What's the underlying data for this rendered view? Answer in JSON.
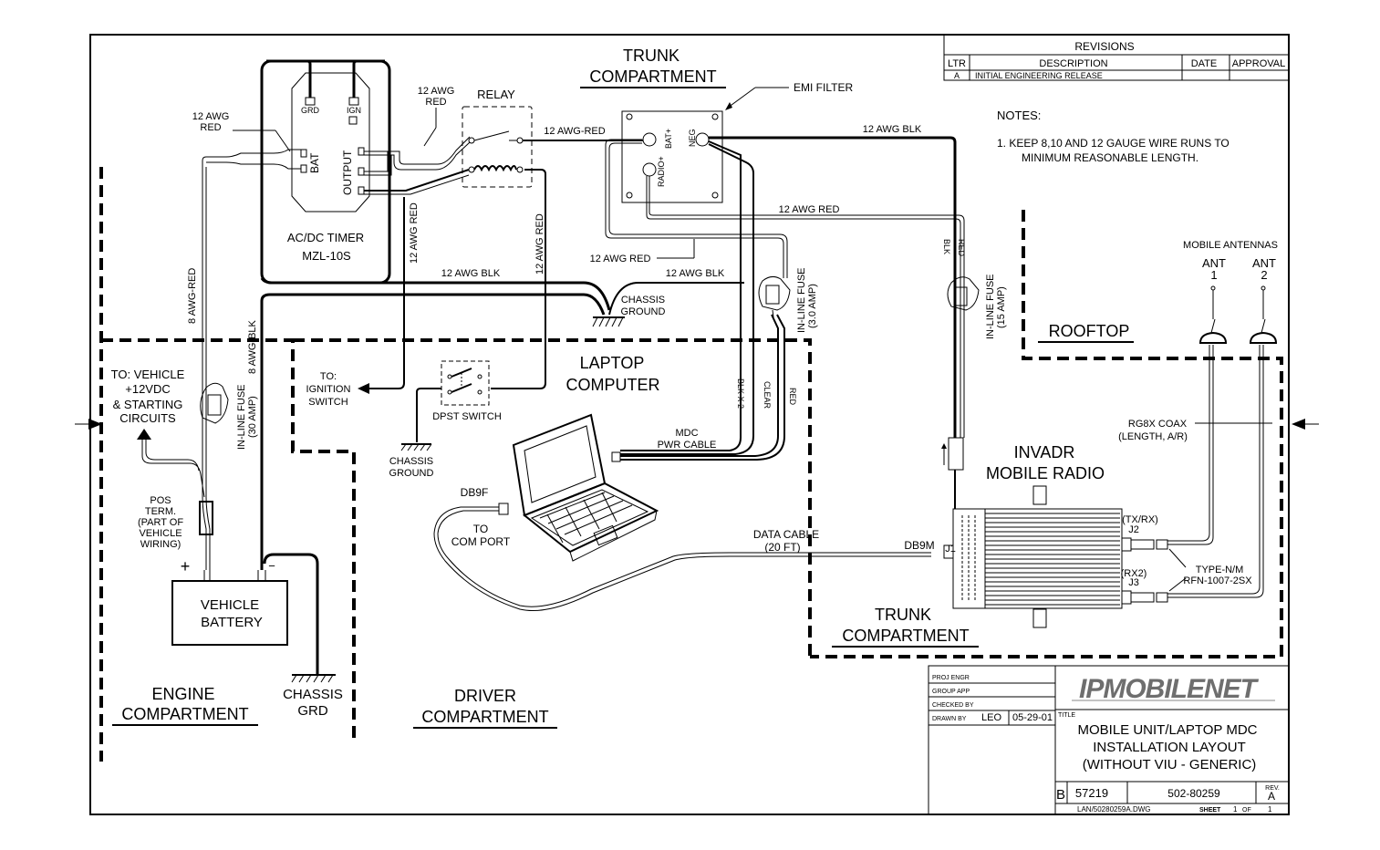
{
  "revisions": {
    "header": "REVISIONS",
    "columns": [
      "LTR",
      "DESCRIPTION",
      "DATE",
      "APPROVAL"
    ],
    "rows": [
      {
        "ltr": "A",
        "description": "INITIAL ENGINEERING RELEASE",
        "date": "",
        "approval": ""
      }
    ]
  },
  "compartments": {
    "trunk_top_1": "TRUNK",
    "trunk_top_2": "COMPARTMENT",
    "trunk_bottom_1": "TRUNK",
    "trunk_bottom_2": "COMPARTMENT",
    "rooftop": "ROOFTOP",
    "engine_1": "ENGINE",
    "engine_2": "COMPARTMENT",
    "driver_1": "DRIVER",
    "driver_2": "COMPARTMENT"
  },
  "components": {
    "emi_filter": "EMI FILTER",
    "relay": "RELAY",
    "timer_1": "AC/DC TIMER",
    "timer_2": "MZL-10S",
    "timer_grd": "GRD",
    "timer_ign": "IGN",
    "timer_bat": "BAT",
    "timer_output": "OUTPUT",
    "emi_bat": "BAT+",
    "emi_neg": "NEG",
    "emi_radio": "RADIO+",
    "laptop_1": "LAPTOP",
    "laptop_2": "COMPUTER",
    "radio_1": "INVADR",
    "radio_2": "MOBILE RADIO",
    "battery_1": "VEHICLE",
    "battery_2": "BATTERY",
    "dpst": "DPST SWITCH",
    "mobile_antennas": "MOBILE ANTENNAS",
    "ant1_1": "ANT",
    "ant1_2": "1",
    "ant2_1": "ANT",
    "ant2_2": "2"
  },
  "wire_labels": {
    "awg12_red_a1": "12 AWG",
    "awg12_red_a2": "RED",
    "awg12_red_b1": "12 AWG",
    "awg12_red_b2": "RED",
    "relay_to_emi": "12 AWG-RED",
    "emi_blk": "12 AWG BLK",
    "emi_red": "12 AWG RED",
    "red_down_1": "12 AWG RED",
    "red_down_2": "12 AWG RED",
    "blk_a": "12 AWG BLK",
    "blk_b": "12 AWG BLK",
    "red_mid": "12 AWG RED",
    "awg8_red": "8 AWG-RED",
    "awg8_blk": "8 AWG-BLK",
    "blk": "BLK",
    "red": "RED",
    "blk_x2": "BLK X 2",
    "clear": "CLEAR",
    "red2": "RED",
    "rg8x_1": "RG8X COAX",
    "rg8x_2": "(LENGTH, A/R)",
    "type_n_1": "TYPE-N/M",
    "type_n_2": "RFN-1007-2SX",
    "data_cable_1": "DATA CABLE",
    "data_cable_2": "(20 FT)",
    "mdc_1": "MDC",
    "mdc_2": "PWR CABLE"
  },
  "fuses": {
    "fuse3_1": "IN-LINE FUSE",
    "fuse3_2": "(3.0 AMP)",
    "fuse15_1": "IN-LINE FUSE",
    "fuse15_2": "(15 AMP)",
    "fuse30_1": "IN-LINE FUSE",
    "fuse30_2": "(30 AMP)"
  },
  "misc": {
    "chassis_ground_1": "CHASSIS",
    "chassis_ground_2": "GROUND",
    "chassis_ground_b1": "CHASSIS",
    "chassis_ground_b2": "GROUND",
    "chassis_grd_1": "CHASSIS",
    "chassis_grd_2": "GRD",
    "ign_1": "TO:",
    "ign_2": "IGNITION",
    "ign_3": "SWITCH",
    "veh_1": "TO: VEHICLE",
    "veh_2": "+12VDC",
    "veh_3": "& STARTING",
    "veh_4": "CIRCUITS",
    "pos_1": "POS",
    "pos_2": "TERM.",
    "pos_3": "(PART OF",
    "pos_4": "VEHICLE",
    "pos_5": "WIRING)",
    "plus": "+",
    "minus": "−",
    "db9f": "DB9F",
    "db9m": "DB9M",
    "com_1": "TO",
    "com_2": "COM PORT",
    "j1": "J1",
    "j2": "J2",
    "j3": "J3",
    "txrx": "(TX/RX)",
    "rx2": "(RX2)"
  },
  "notes": {
    "title": "NOTES:",
    "item_1": "1.  KEEP 8,10 AND 12 GAUGE WIRE RUNS TO",
    "item_2": "MINIMUM REASONABLE LENGTH."
  },
  "title_block": {
    "logo": "IPMOBILENET",
    "proj_engr": "PROJ ENGR",
    "group_app": "GROUP APP",
    "checked_by": "CHECKED BY",
    "drawn_by": "DRAWN BY",
    "drawn_name": "LEO",
    "drawn_date": "05-29-01",
    "title_label": "TITLE",
    "title_1": "MOBILE UNIT/LAPTOP MDC",
    "title_2": "INSTALLATION LAYOUT",
    "title_3": "(WITHOUT VIU - GENERIC)",
    "size": "B",
    "cage": "57219",
    "doc_no": "502-80259",
    "rev_label": "REV.",
    "rev": "A",
    "file": "LAN/50280259A.DWG",
    "sheet_label": "SHEET",
    "sheet": "1",
    "of_label": "OF",
    "sheets": "1"
  },
  "colors": {
    "ink": "#000000",
    "logo_gray": "#888888",
    "logo_dark": "#444444"
  }
}
